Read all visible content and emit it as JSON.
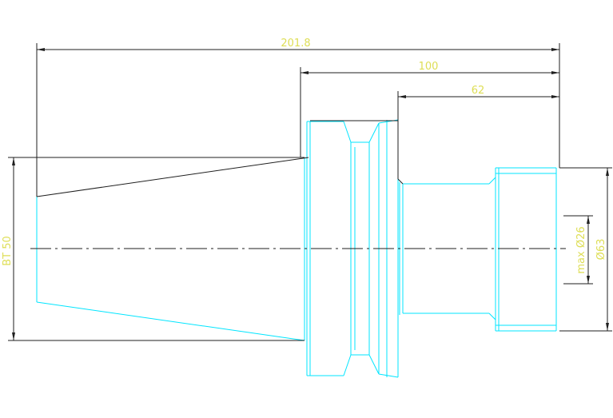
{
  "colors": {
    "background": "#ffffff",
    "part_outline": "#00e5ff",
    "dimension_line": "#1f1f1f",
    "dimension_text": "#dede55"
  },
  "dimensions": {
    "overall_length": "201.8",
    "flange_to_end": "100",
    "shank_length": "62",
    "taper_label": "BT 50",
    "bore_label": "max Ø26",
    "outer_diameter": "Ø63"
  }
}
